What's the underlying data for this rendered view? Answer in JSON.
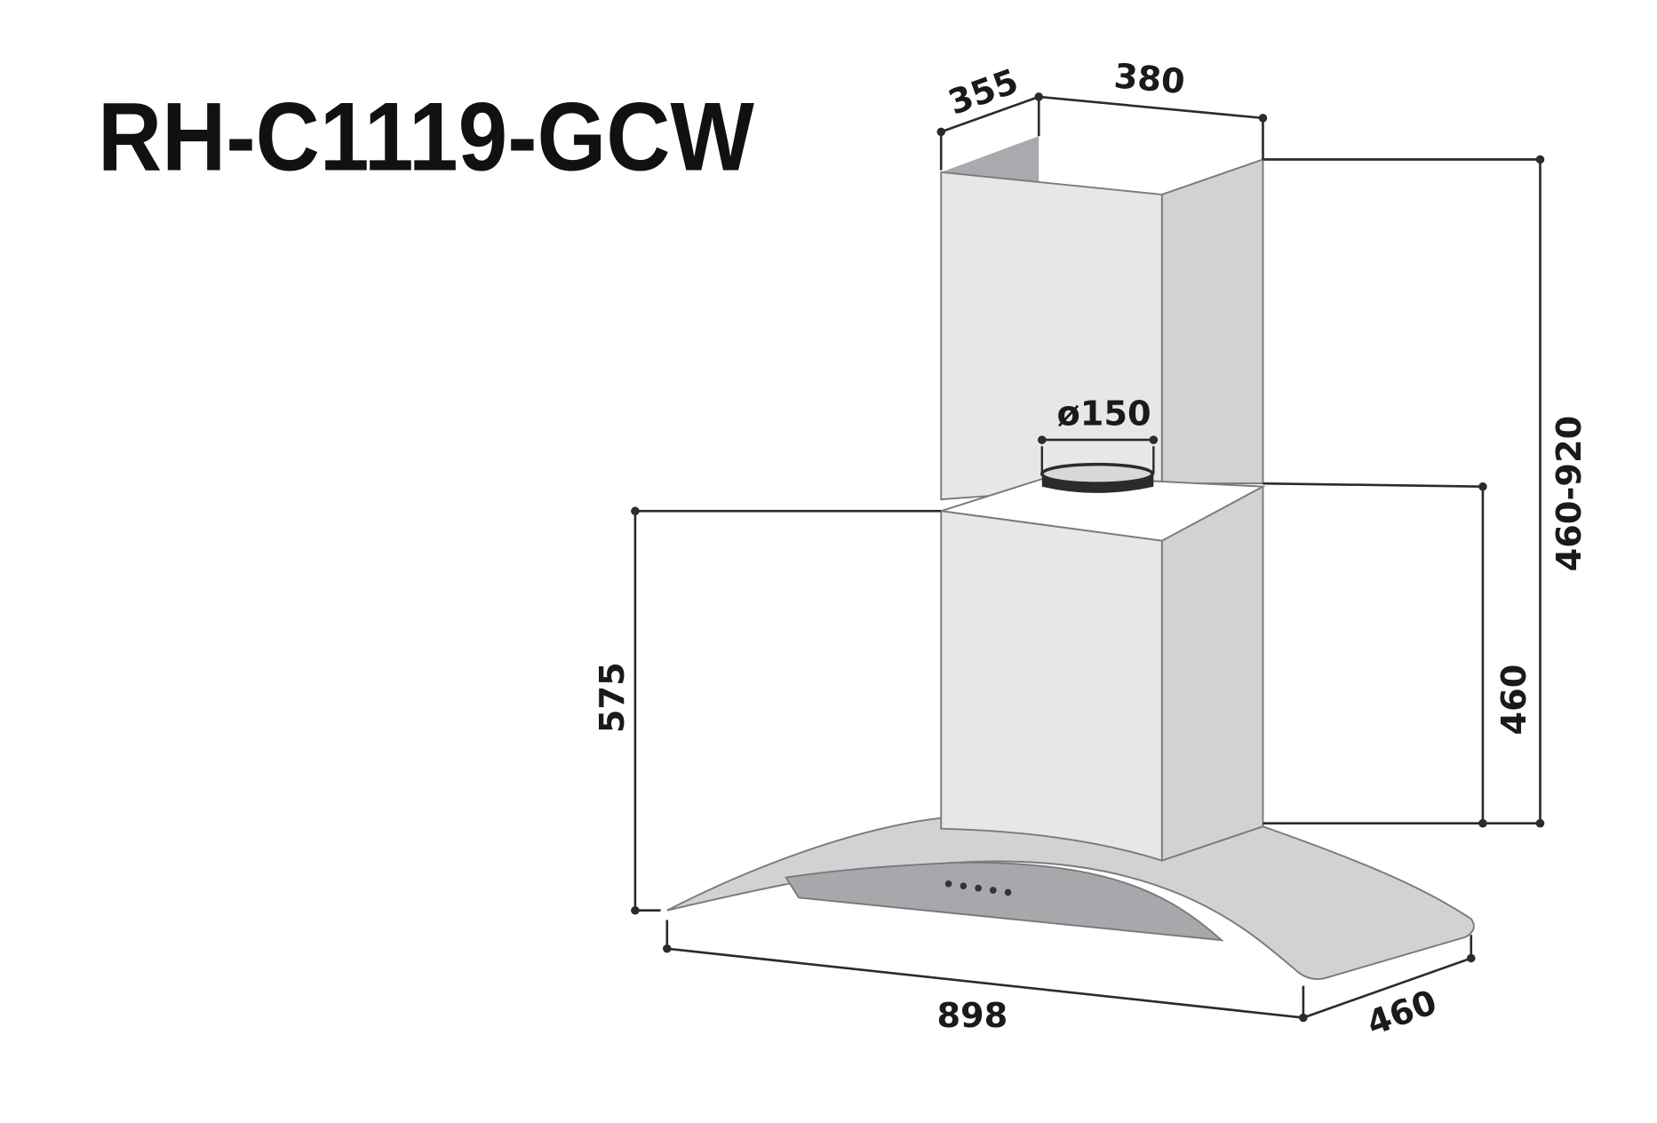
{
  "title": "RH-C1119-GCW",
  "dimensions": {
    "chimney_depth": "355",
    "chimney_width": "380",
    "duct_diameter": "ø150",
    "chimney_height_range": "460-920",
    "lower_chimney_height": "460",
    "hood_height": "575",
    "hood_width": "898",
    "hood_depth": "460"
  },
  "colors": {
    "front": "#e6e7e9",
    "side": "#d1d2d4",
    "underside": "#a7a8ab",
    "line": "#2b2b2b"
  }
}
